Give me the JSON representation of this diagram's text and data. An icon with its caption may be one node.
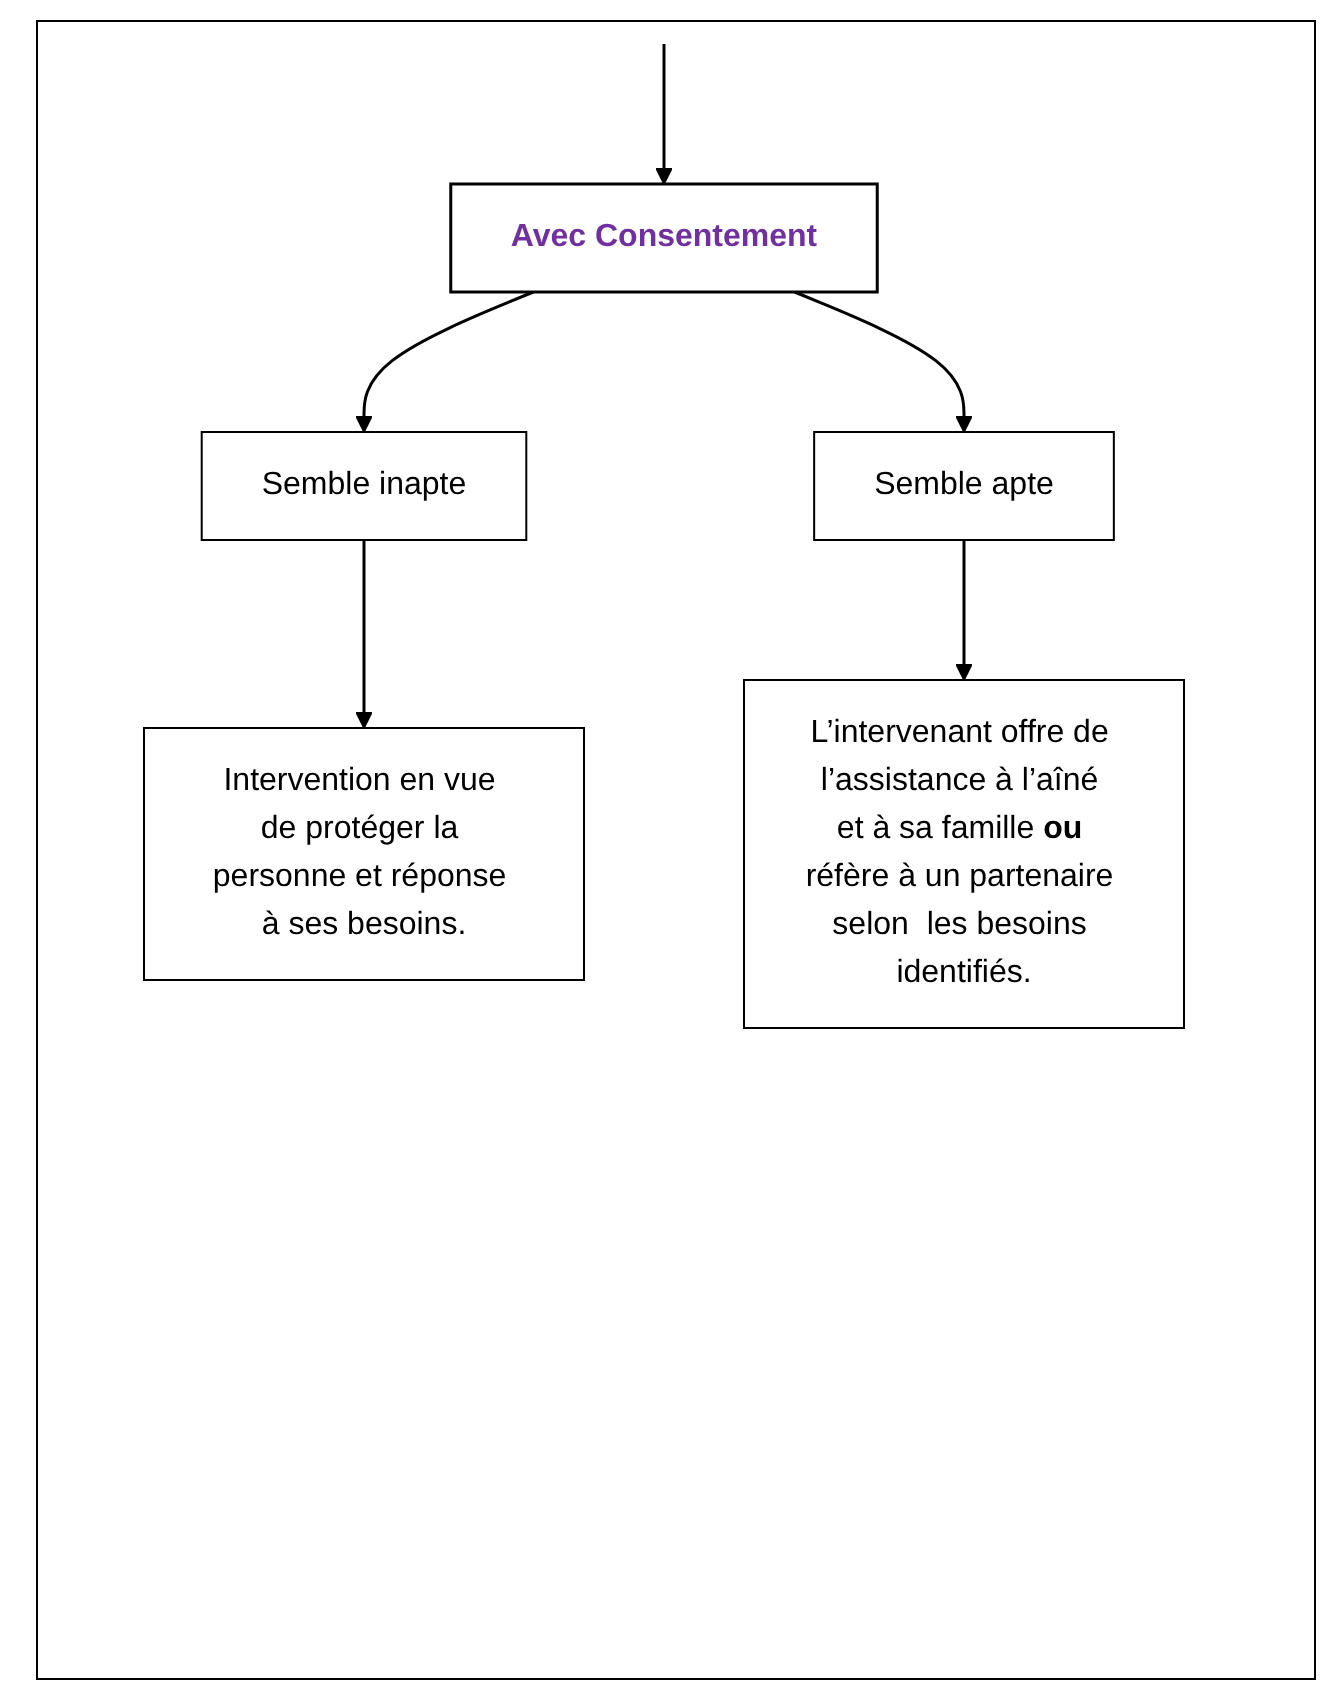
{
  "diagram": {
    "nodes": [
      {
        "text": [
          "Avec Consentement"
        ]
      },
      {
        "text": [
          "Semble inapte"
        ]
      },
      {
        "text": [
          "Semble apte"
        ]
      },
      {
        "text": [
          "Intervention en vue de protéger la personne et réponse à ses besoins."
        ]
      },
      {
        "text": [
          "L’intervenant offre de l’assistance à l’aîné et à sa famille **ou** réfère à un partenaire selon  les besoins identifiés."
        ]
      }
    ],
    "edges": [
      {
        "from": null,
        "to": 0,
        "arrow": "to"
      },
      {
        "from": 0,
        "to": 1,
        "arrow": "to"
      },
      {
        "from": 0,
        "to": 2,
        "arrow": "to"
      },
      {
        "from": 1,
        "to": 3,
        "arrow": "to"
      },
      {
        "from": 2,
        "to": 4,
        "arrow": "to"
      }
    ]
  }
}
